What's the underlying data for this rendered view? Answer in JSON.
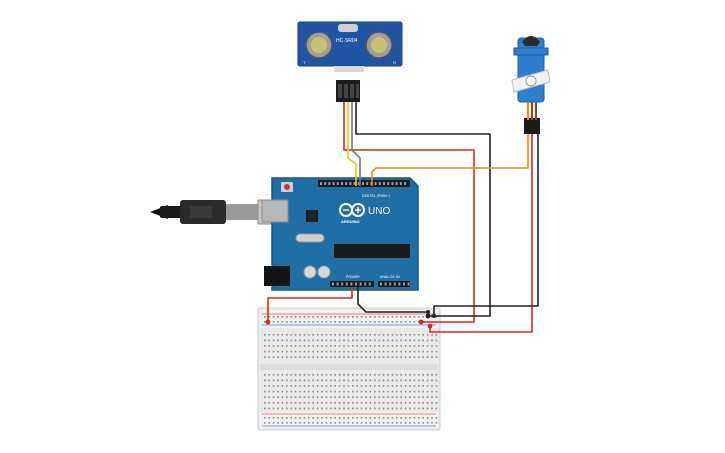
{
  "sensor": {
    "model": "HC-SR04",
    "pin_labels": [
      "T",
      "R"
    ]
  },
  "board": {
    "brand": "UNO",
    "maker": "ARDUINO",
    "digital_header": "DIGITAL (PWM~)",
    "power_header": "POWER",
    "analog_header": "ANALOG IN"
  },
  "colors": {
    "board": "#1f6fa6",
    "board_dark": "#185a89",
    "sensor": "#2155a3",
    "wire_red": "#d42a1e",
    "wire_black": "#222222",
    "wire_orange": "#ef8a12",
    "wire_yellow": "#f3c211",
    "servo_body": "#2f7fd0",
    "breadboard": "#e9e9e9"
  },
  "icons": [
    "usb-cable-icon",
    "servo-motor-icon",
    "ultrasonic-sensor-icon",
    "breadboard-icon"
  ]
}
